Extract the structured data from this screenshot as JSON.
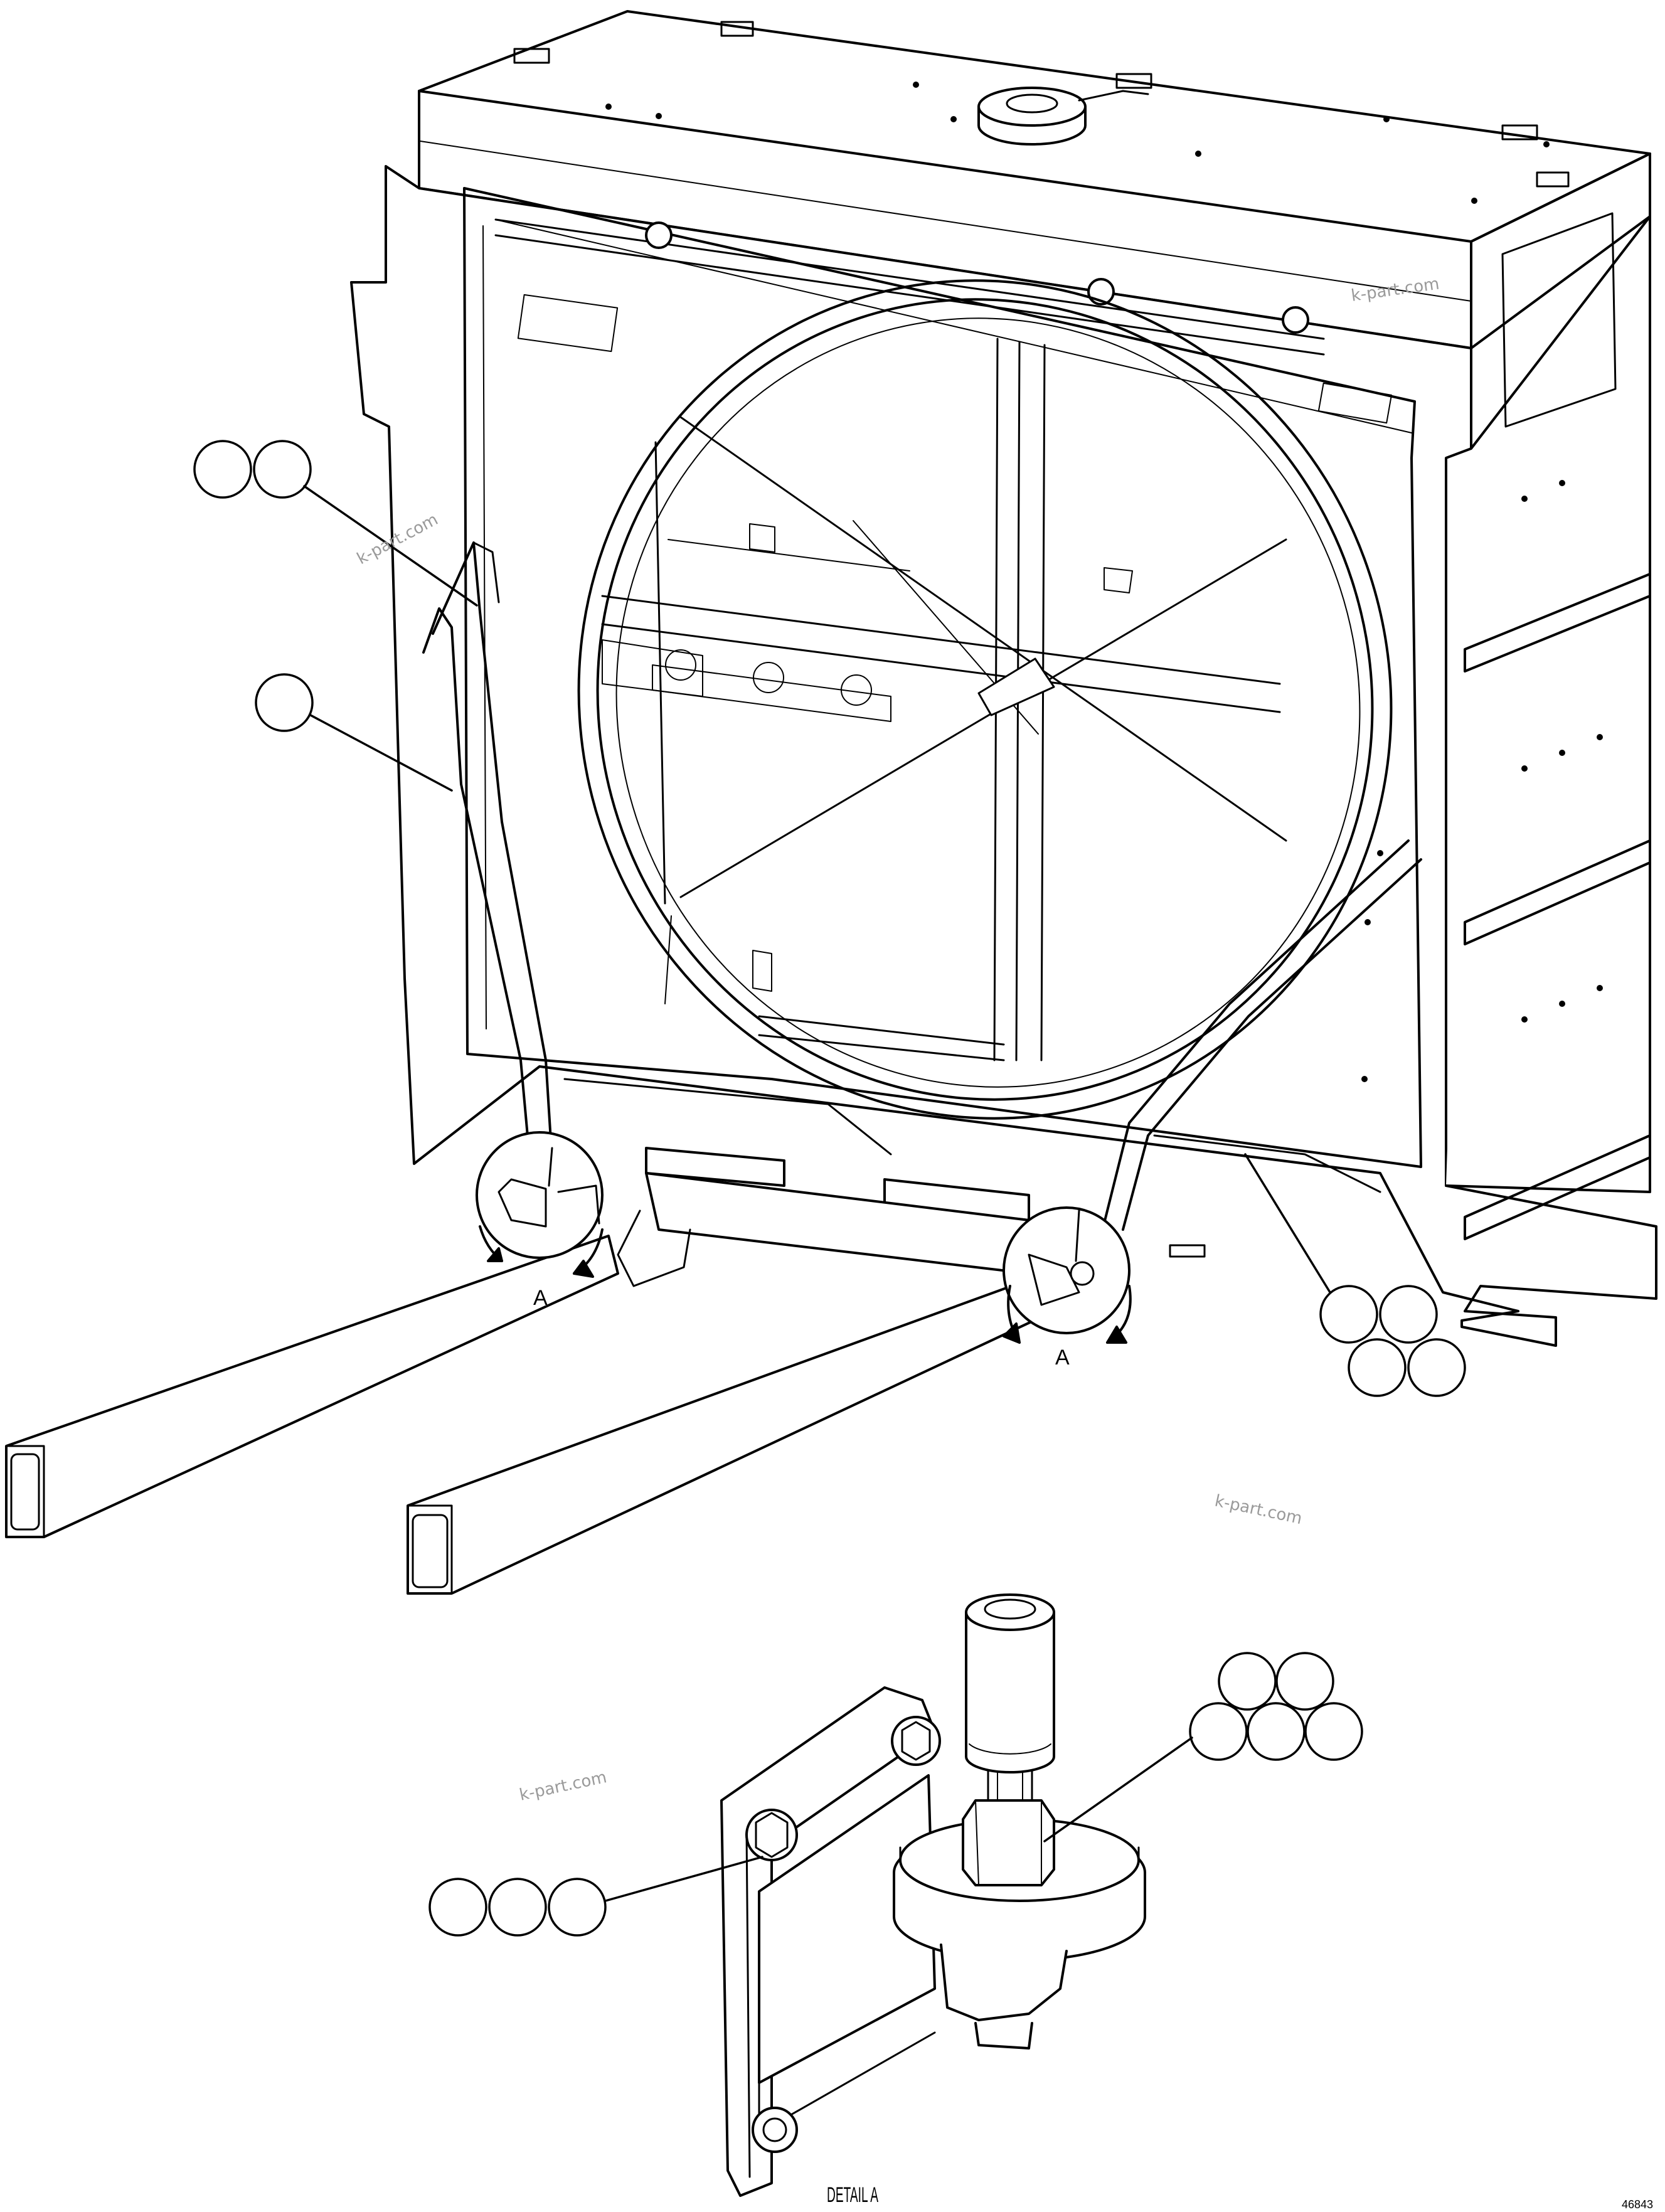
{
  "drawing": {
    "view_labels": [
      "A",
      "A"
    ],
    "detail_title": "DETAIL A",
    "drawing_number": "46843",
    "watermark": "k-part.com",
    "callout_groups": [
      {
        "id": "g1",
        "count": 2
      },
      {
        "id": "g2",
        "count": 1
      },
      {
        "id": "g3",
        "count": 4
      },
      {
        "id": "g4",
        "count": 5
      },
      {
        "id": "g5",
        "count": 3
      }
    ]
  }
}
